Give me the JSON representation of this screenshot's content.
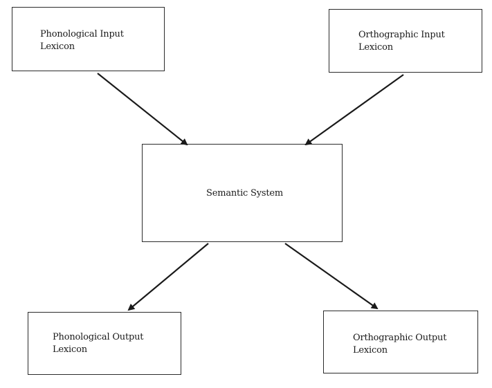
{
  "diagram": {
    "nodes": {
      "phonological_input": {
        "line1": "Phonological Input",
        "line2": "Lexicon"
      },
      "orthographic_input": {
        "line1": "Orthographic Input",
        "line2": "Lexicon"
      },
      "semantic_system": {
        "label": "Semantic System"
      },
      "phonological_output": {
        "line1": "Phonological Output",
        "line2": "Lexicon"
      },
      "orthographic_output": {
        "line1": "Orthographic Output",
        "line2": "Lexicon"
      }
    },
    "edges": [
      {
        "from": "phonological_input",
        "to": "semantic_system"
      },
      {
        "from": "orthographic_input",
        "to": "semantic_system"
      },
      {
        "from": "semantic_system",
        "to": "phonological_output"
      },
      {
        "from": "semantic_system",
        "to": "orthographic_output"
      }
    ]
  }
}
